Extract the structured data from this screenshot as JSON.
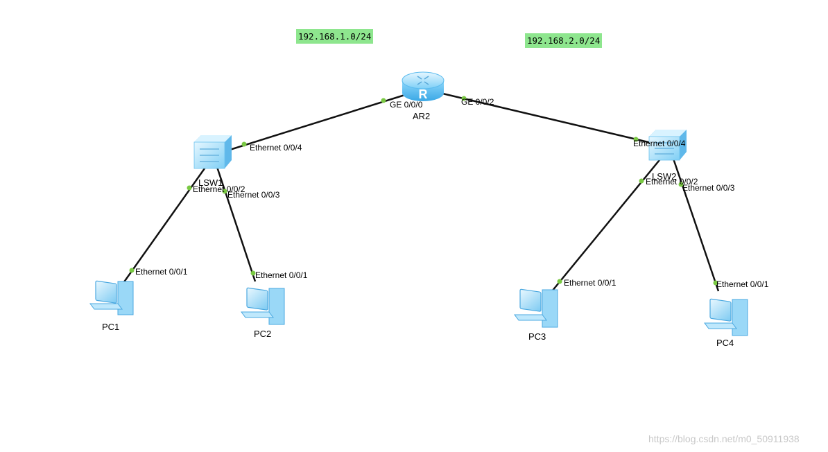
{
  "networks": [
    {
      "id": "net1",
      "label": "192.168.1.0/24",
      "color": "#8ee68e"
    },
    {
      "id": "net2",
      "label": "192.168.2.0/24",
      "color": "#8ee68e"
    }
  ],
  "devices": [
    {
      "id": "ar2",
      "type": "router",
      "label": "AR2",
      "icon": "router-icon",
      "glyph": "R"
    },
    {
      "id": "lsw1",
      "type": "switch",
      "label": "LSW1",
      "icon": "switch-icon"
    },
    {
      "id": "lsw2",
      "type": "switch",
      "label": "LSW2",
      "icon": "switch-icon"
    },
    {
      "id": "pc1",
      "type": "pc",
      "label": "PC1",
      "icon": "pc-icon"
    },
    {
      "id": "pc2",
      "type": "pc",
      "label": "PC2",
      "icon": "pc-icon"
    },
    {
      "id": "pc3",
      "type": "pc",
      "label": "PC3",
      "icon": "pc-icon"
    },
    {
      "id": "pc4",
      "type": "pc",
      "label": "PC4",
      "icon": "pc-icon"
    }
  ],
  "links": [
    {
      "from": "ar2",
      "from_port": "GE 0/0/0",
      "to": "lsw1",
      "to_port": "Ethernet 0/0/4"
    },
    {
      "from": "ar2",
      "from_port": "GE 0/0/2",
      "to": "lsw2",
      "to_port": "Ethernet 0/0/4"
    },
    {
      "from": "lsw1",
      "from_port": "Ethernet 0/0/2",
      "to": "pc1",
      "to_port": "Ethernet 0/0/1"
    },
    {
      "from": "lsw1",
      "from_port": "Ethernet 0/0/3",
      "to": "pc2",
      "to_port": "Ethernet 0/0/1"
    },
    {
      "from": "lsw2",
      "from_port": "Ethernet 0/0/2",
      "to": "pc3",
      "to_port": "Ethernet 0/0/1"
    },
    {
      "from": "lsw2",
      "from_port": "Ethernet 0/0/3",
      "to": "pc4",
      "to_port": "Ethernet 0/0/1"
    }
  ],
  "colors": {
    "link": "#111111",
    "port_dot": "#7ac943",
    "device_light": "#cfefff",
    "device_mid": "#6ec6f3",
    "device_dark": "#2a8fd6"
  },
  "watermark": "https://blog.csdn.net/m0_50911938"
}
